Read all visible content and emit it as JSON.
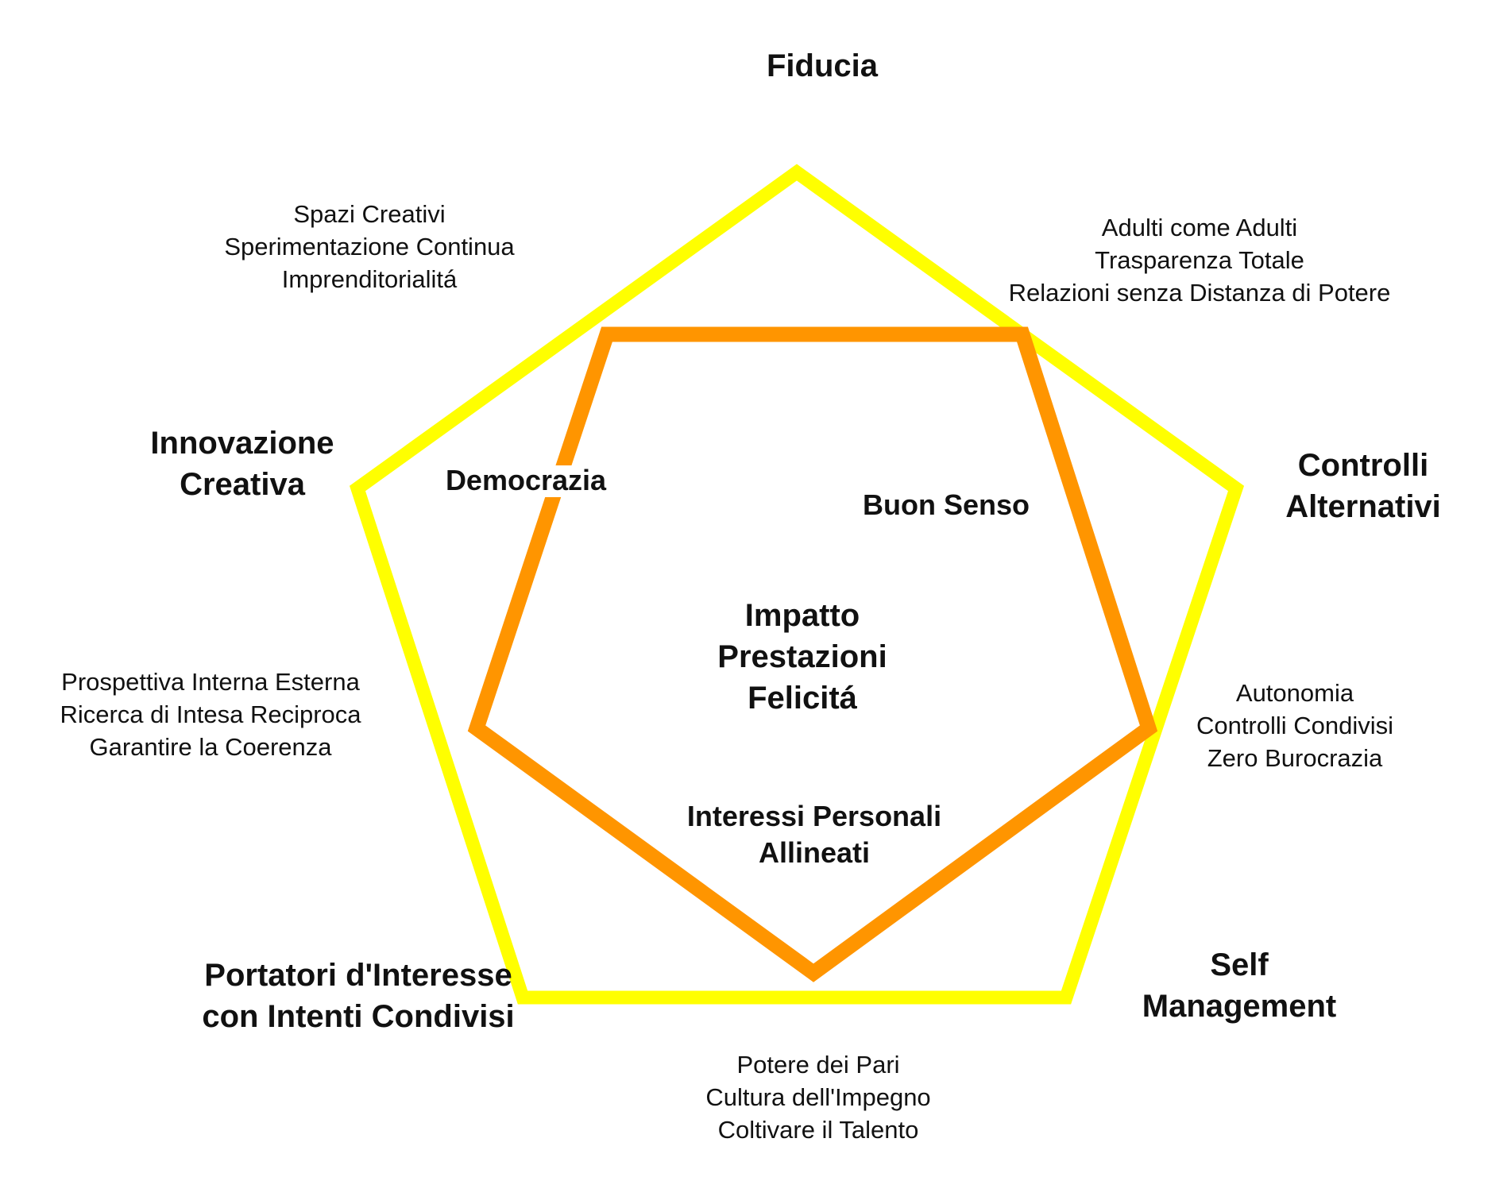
{
  "colors": {
    "outer_pentagon": "#FFFF00",
    "inner_hexagon": "#FF9500",
    "text": "#111111",
    "background": "#FFFFFF"
  },
  "pillars": {
    "top": "Fiducia",
    "left_line1": "Innovazione",
    "left_line2": "Creativa",
    "right_line1": "Controlli",
    "right_line2": "Alternativi",
    "bottom_left_line1": "Portatori d'Interesse",
    "bottom_left_line2": "con Intenti Condivisi",
    "bottom_right_line1": "Self",
    "bottom_right_line2": "Management"
  },
  "inner_labels": {
    "democrazia": "Democrazia",
    "buon_senso": "Buon Senso",
    "interessi_line1": "Interessi Personali",
    "interessi_line2": "Allineati"
  },
  "center": {
    "line1": "Impatto",
    "line2": "Prestazioni",
    "line3": "Felicitá"
  },
  "practices": {
    "top_left": [
      "Spazi Creativi",
      "Sperimentazione Continua",
      "Imprenditorialitá"
    ],
    "top_right": [
      "Adulti come Adulti",
      "Trasparenza Totale",
      "Relazioni senza Distanza di Potere"
    ],
    "middle_left": [
      "Prospettiva Interna Esterna",
      "Ricerca di Intesa Reciproca",
      "Garantire la Coerenza"
    ],
    "middle_right": [
      "Autonomia",
      "Controlli Condivisi",
      "Zero Burocrazia"
    ],
    "bottom": [
      "Potere dei Pari",
      "Cultura dell'Impegno",
      "Coltivare il Talento"
    ]
  }
}
